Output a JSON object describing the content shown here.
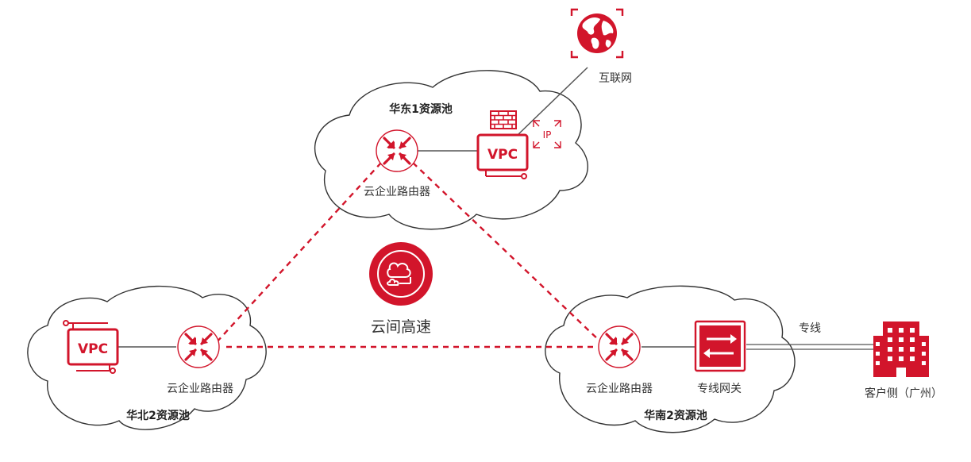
{
  "colors": {
    "accent": "#d2152b",
    "line": "#555555",
    "text": "#333333",
    "cloud_stroke": "#333333"
  },
  "regions": {
    "east": "华东1资源池",
    "north": "华北2资源池",
    "south": "华南2资源池"
  },
  "routers": {
    "east": "云企业路由器",
    "north": "云企业路由器",
    "south": "云企业路由器"
  },
  "vpc": {
    "east": "VPC",
    "north": "VPC"
  },
  "internet": {
    "label": "互联网",
    "ip_label": "IP"
  },
  "cloud_connect": {
    "label": "云间高速"
  },
  "gateway": {
    "label": "专线网关"
  },
  "dedicated_line": {
    "label": "专线"
  },
  "customer": {
    "label": "客户侧（广州）"
  }
}
